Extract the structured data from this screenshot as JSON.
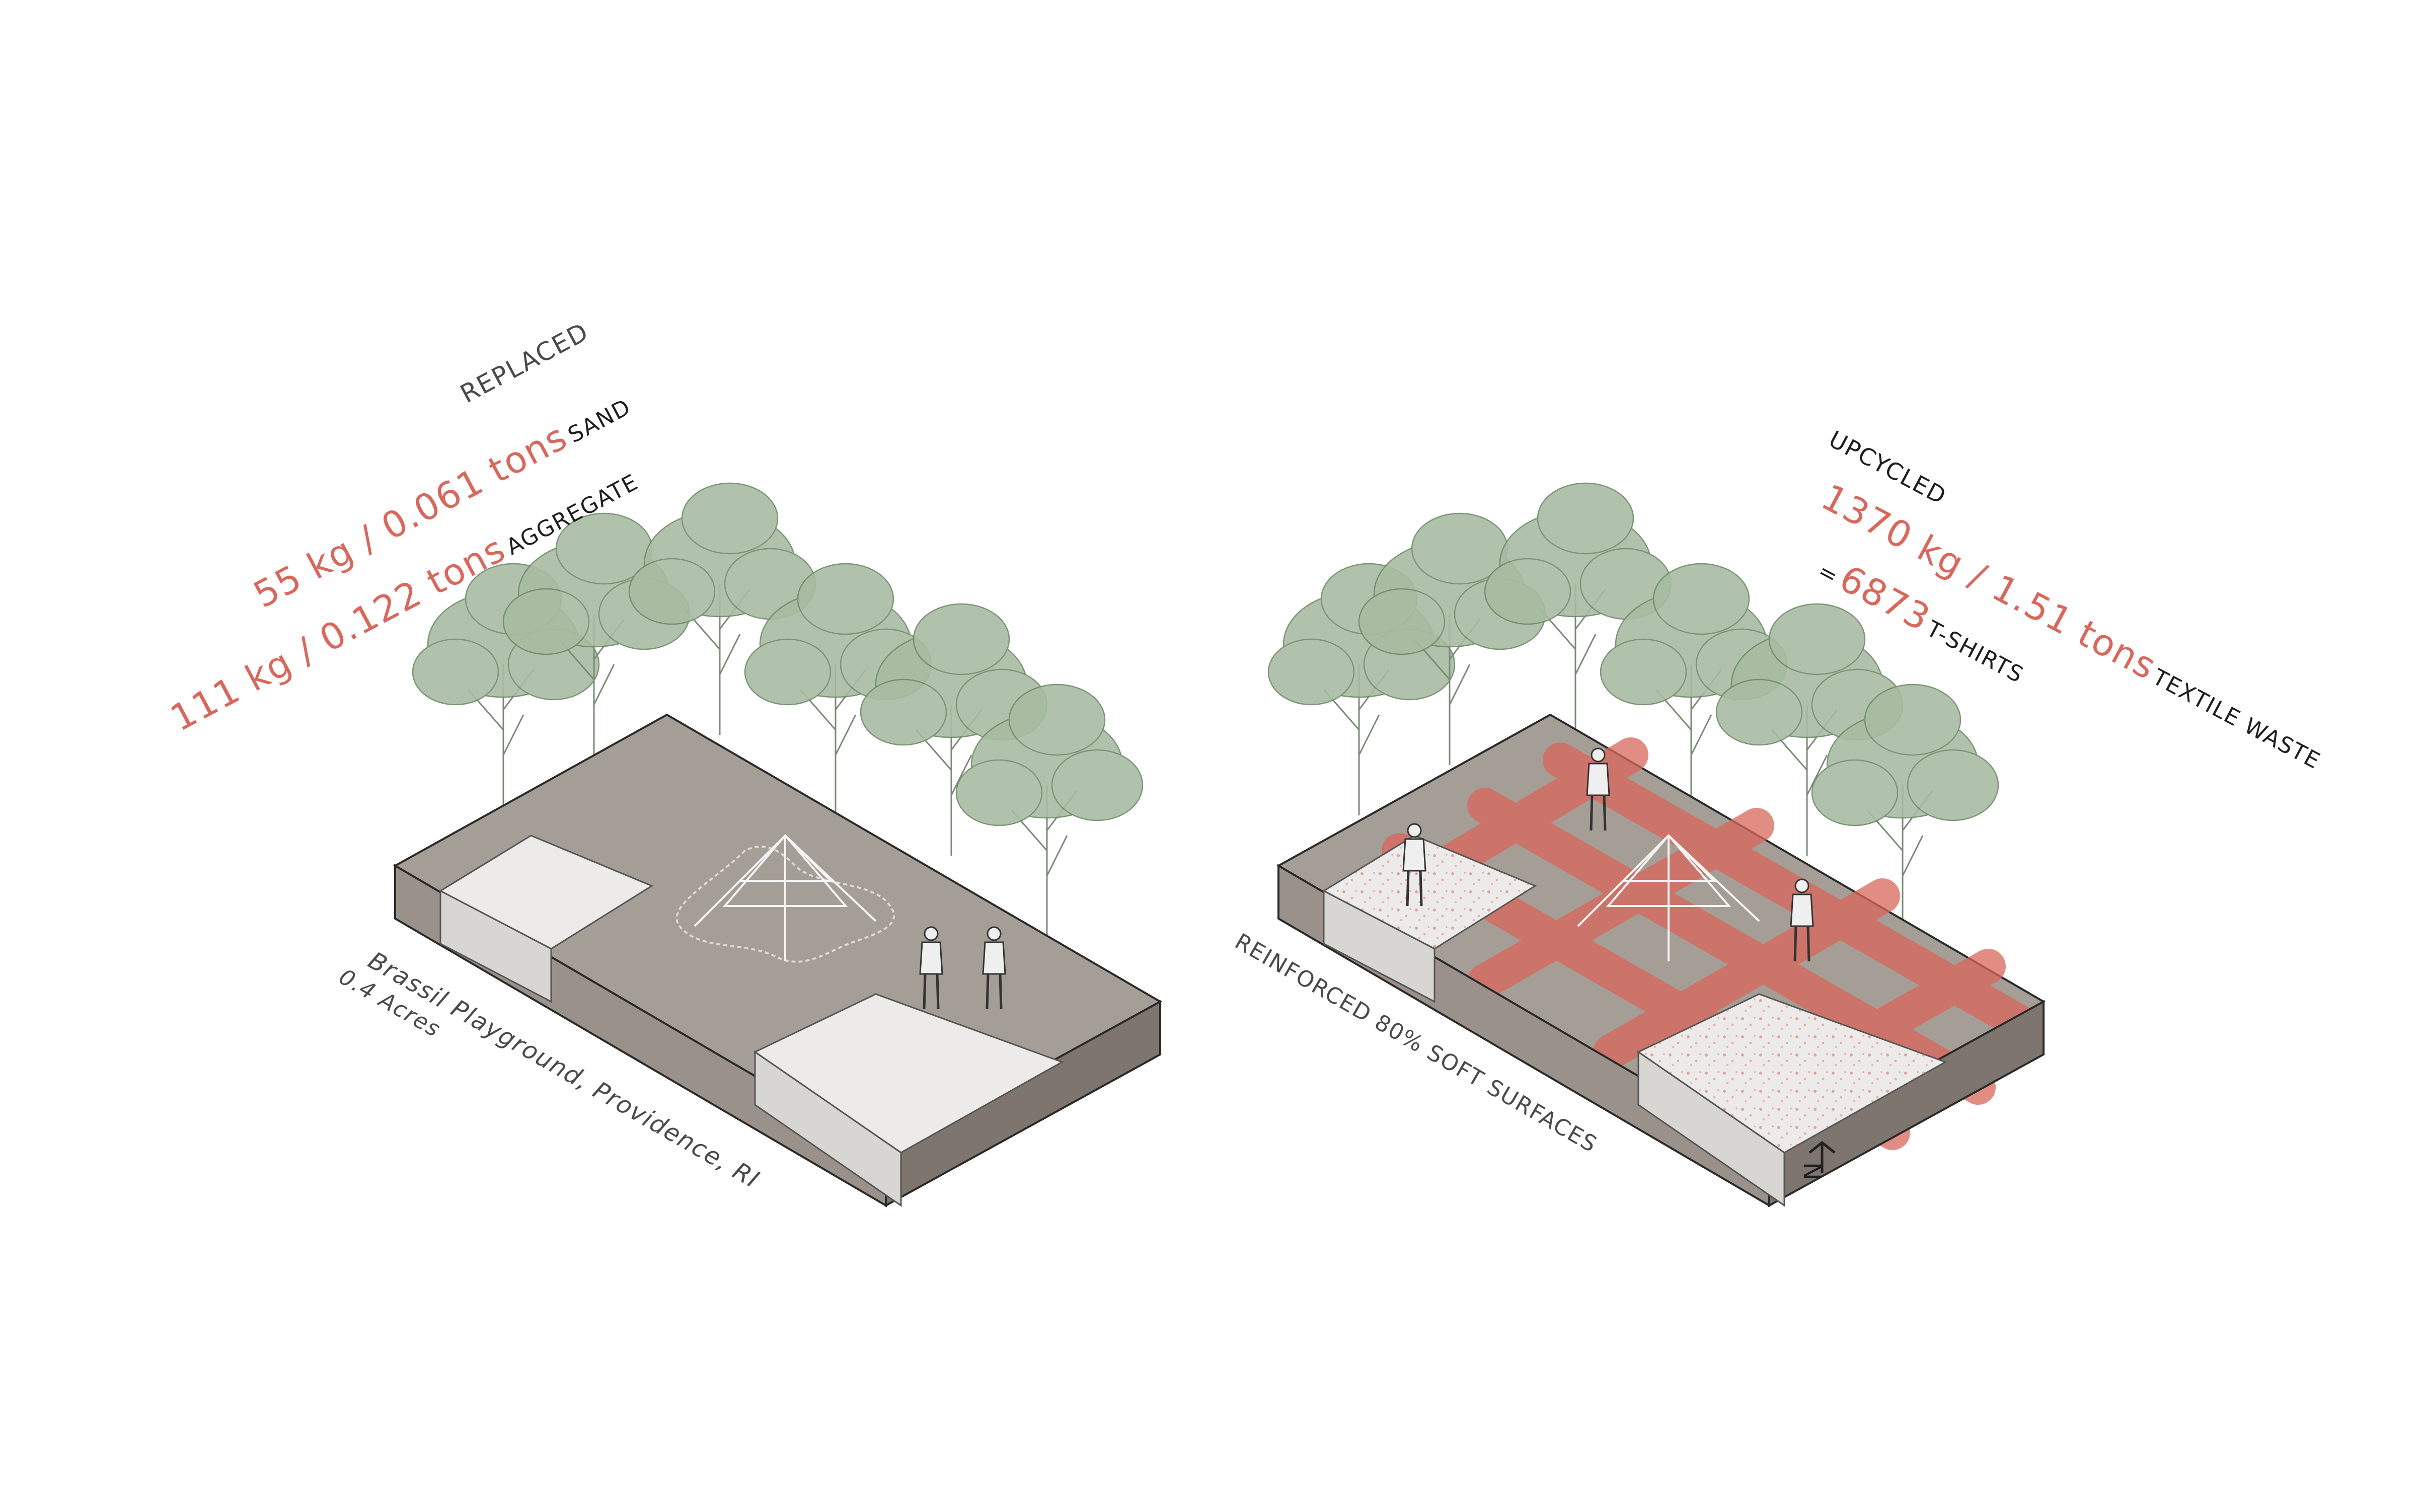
{
  "left": {
    "replaced": "REPLACED",
    "sand_amount": "55 kg / 0.061 tons",
    "sand_label": "SAND",
    "aggregate_amount": "111 kg / 0.122 tons",
    "aggregate_label": "AGGREGATE",
    "site_name": "Brassil Playground, Providence, RI",
    "site_area": "0.4 Acres"
  },
  "right": {
    "upcycled": "UPCYCLED",
    "textile_amount": "1370 kg / 1.51 tons",
    "textile_label": "TEXTILE WASTE",
    "shirts_prefix": "=",
    "shirts_amount": "6873",
    "shirts_label": "T-SHIRTS",
    "surface_caption": "REINFORCED 80% SOFT SURFACES",
    "north_label": "N"
  },
  "colors": {
    "accent": "#d9675c",
    "slab_top": "#a59e96",
    "slab_front": "#9a928a",
    "slab_side": "#7d756e",
    "sand_pad": "#ecebe9",
    "tree_canopy": "#8aa286"
  }
}
